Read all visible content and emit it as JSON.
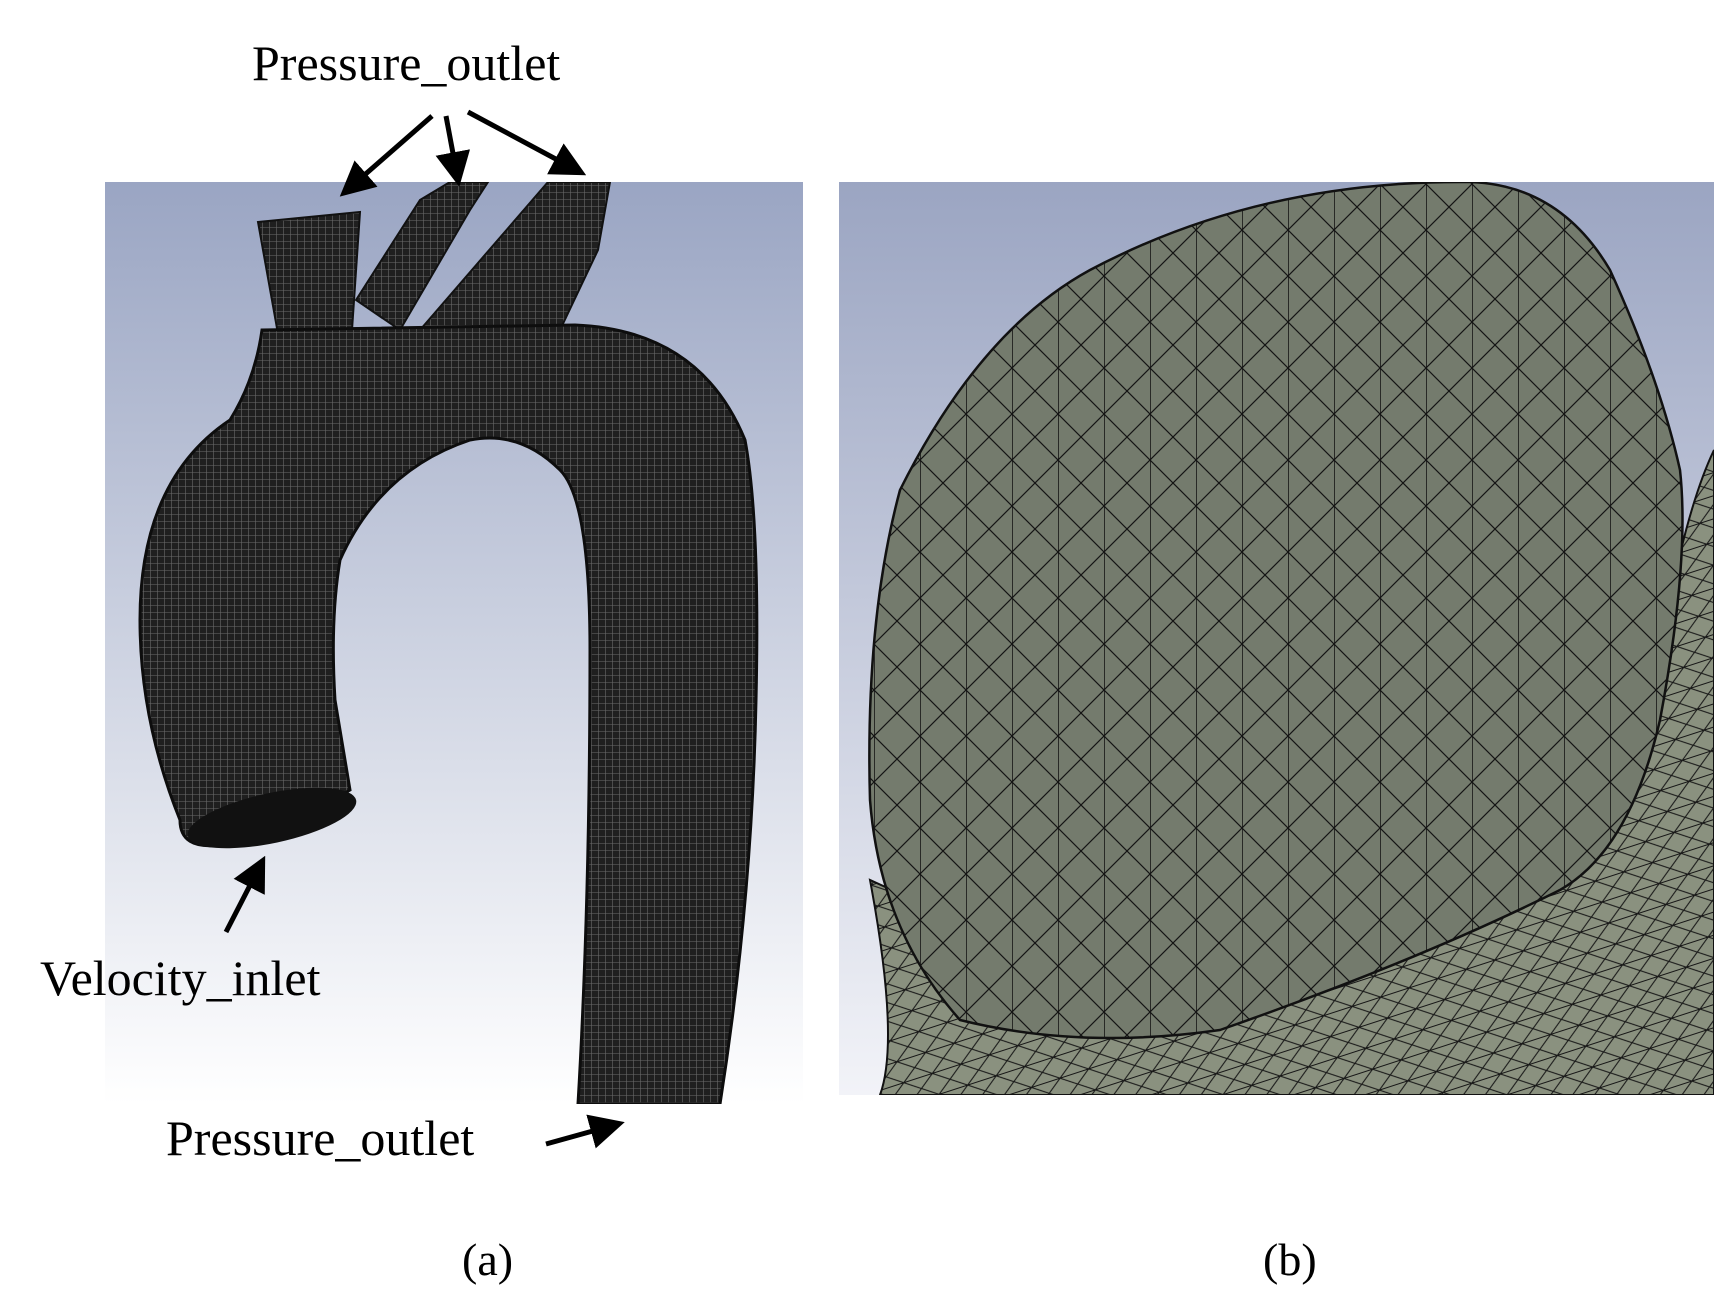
{
  "labels": {
    "pressure_outlet_top": "Pressure_outlet",
    "velocity_inlet": "Velocity_inlet",
    "pressure_outlet_bottom": "Pressure_outlet"
  },
  "captions": {
    "a": "(a)",
    "b": "(b)"
  },
  "colors": {
    "viewport_top": "#9aa5c3",
    "viewport_bottom": "#ffffff",
    "mesh_dark": "#1e1e1e",
    "mesh_face": "#737a6c",
    "mesh_line": "#111111"
  }
}
